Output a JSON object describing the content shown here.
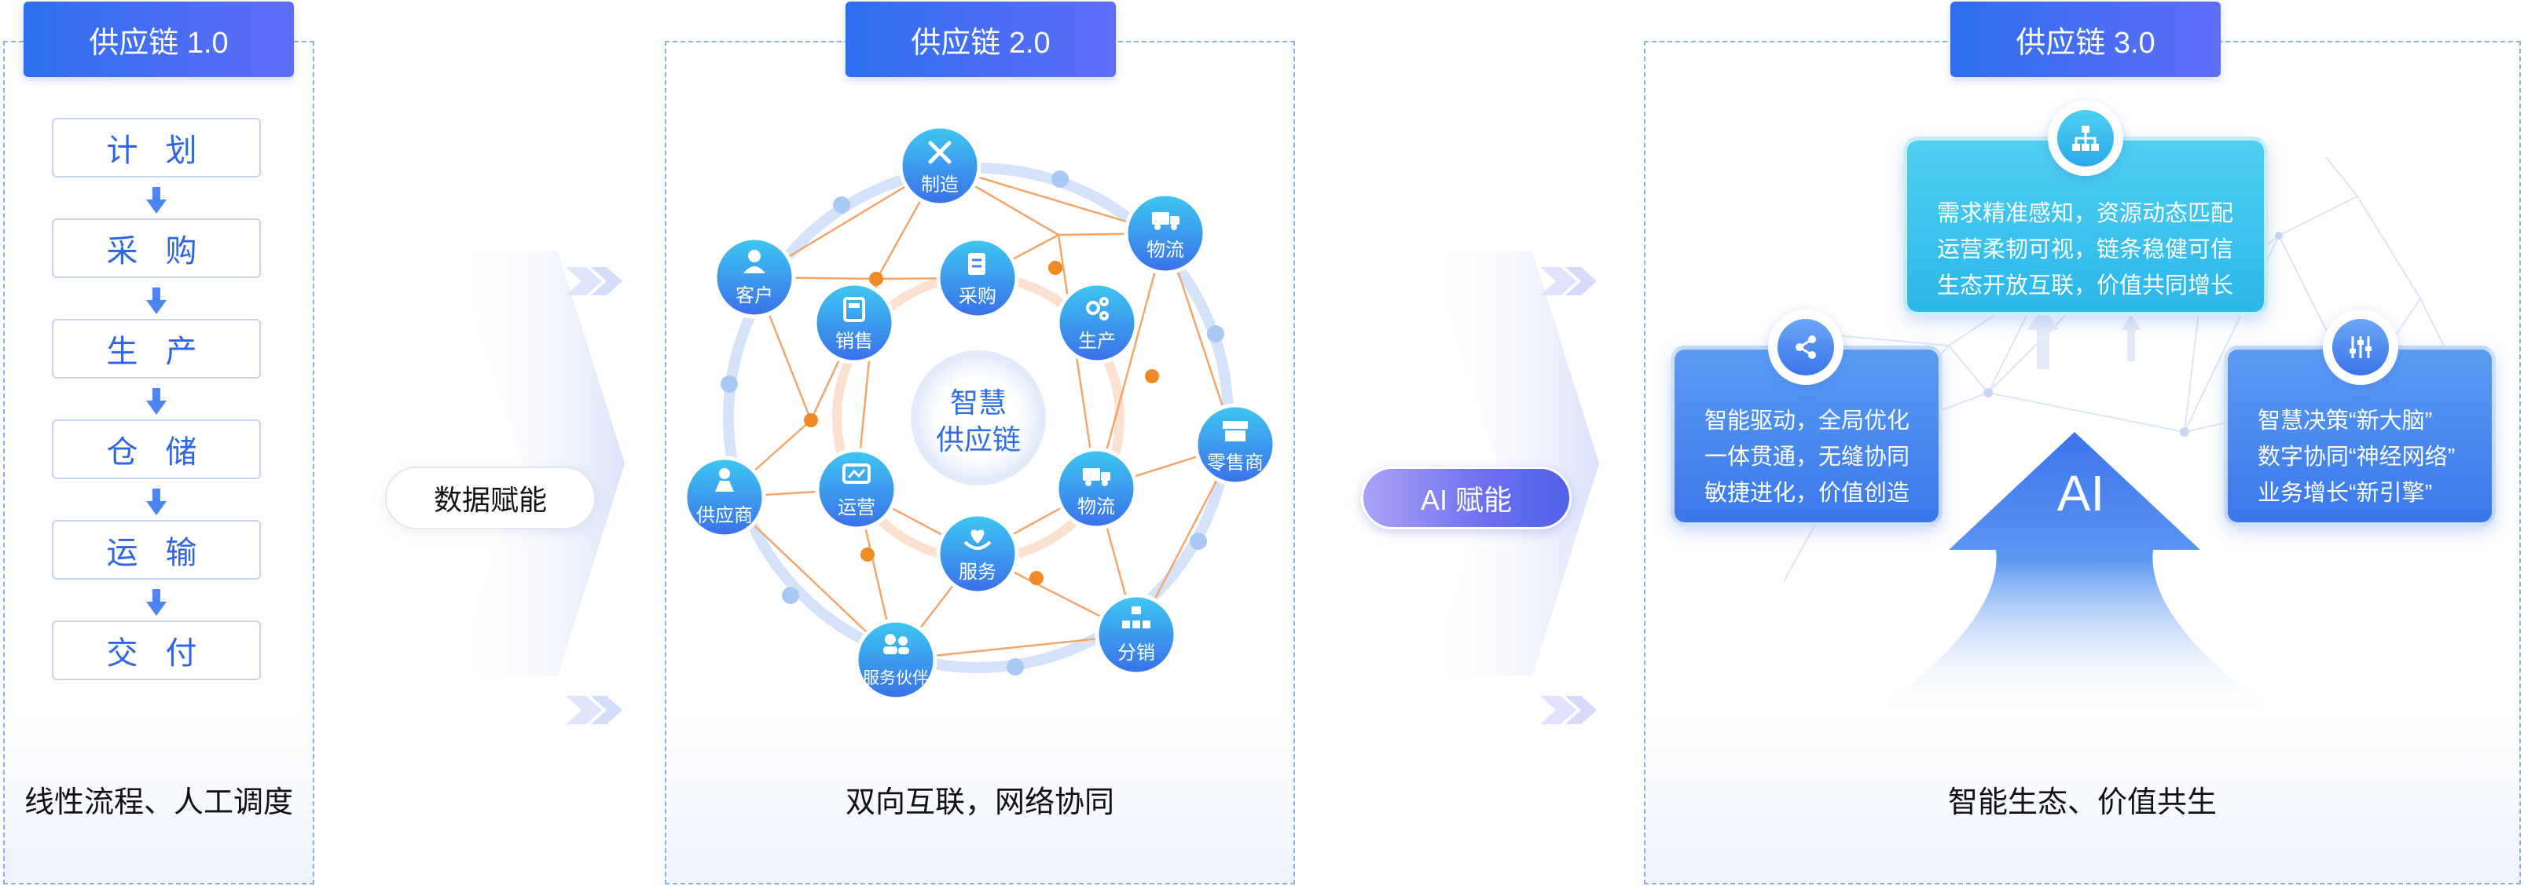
{
  "stage1": {
    "title": "供应链 1.0",
    "steps": [
      "计 划",
      "采 购",
      "生 产",
      "仓 储",
      "运 输",
      "交 付"
    ],
    "caption": "线性流程、人工调度"
  },
  "transition1": {
    "label": "数据赋能"
  },
  "stage2": {
    "title": "供应链 2.0",
    "center": {
      "line1": "智慧",
      "line2": "供应链"
    },
    "outer_nodes": [
      "制造",
      "物流",
      "零售商",
      "分销",
      "服务伙伴",
      "供应商",
      "客户"
    ],
    "inner_nodes": [
      "采购",
      "生产",
      "物流",
      "服务",
      "运营",
      "销售"
    ],
    "caption": "双向互联，网络协同"
  },
  "transition2": {
    "label": "AI 赋能"
  },
  "stage3": {
    "title": "供应链 3.0",
    "top_card": [
      "需求精准感知，资源动态匹配",
      "运营柔韧可视，链条稳健可信",
      "生态开放互联，价值共同增长"
    ],
    "left_card": [
      "智能驱动，全局优化",
      "一体贯通，无缝协同",
      "敏捷进化，价值创造"
    ],
    "right_card": [
      "智慧决策“新大脑”",
      "数字协同“神经网络”",
      "业务增长“新引擎”"
    ],
    "ai_label": "AI",
    "caption": "智能生态、价值共生"
  },
  "colors": {
    "badge_start": "#2e6ff2",
    "badge_end": "#5f6cf6",
    "step_text": "#2f66e0",
    "node_blue": "#3f86ee",
    "node_cyan": "#34c0f0",
    "orange": "#f08a24"
  },
  "icons": [
    "arrow-down-icon",
    "double-chevron-icon",
    "wrench-icon",
    "truck-icon",
    "store-icon",
    "org-chart-icon",
    "partners-icon",
    "supplier-icon",
    "user-icon",
    "document-icon",
    "gears-icon",
    "heart-hand-icon",
    "monitor-icon",
    "calculator-icon",
    "network-icon",
    "share-icon",
    "sliders-icon"
  ]
}
